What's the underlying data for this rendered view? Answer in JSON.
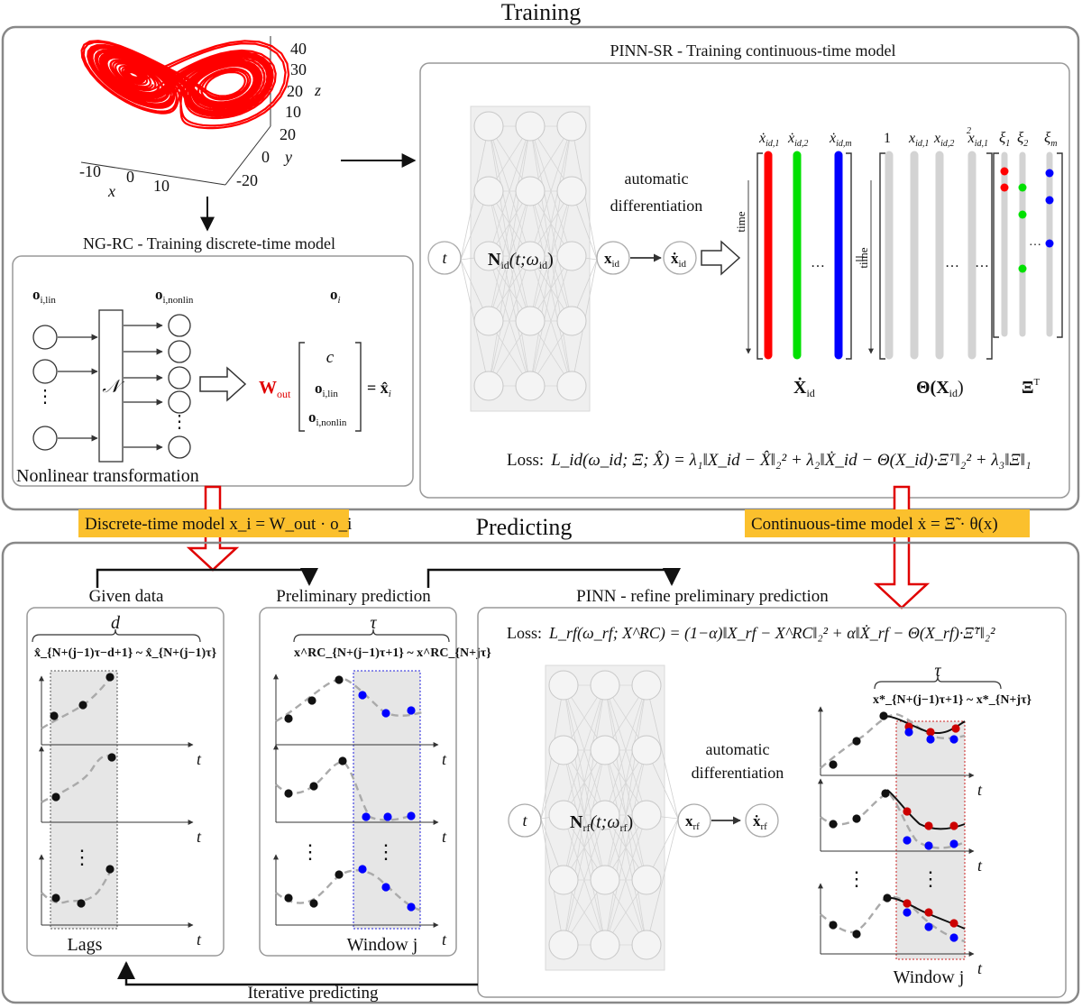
{
  "titles": {
    "training": "Training",
    "predicting": "Predicting"
  },
  "lorenz": {
    "z_ticks": [
      "40",
      "30",
      "20",
      "10"
    ],
    "z_label": "z",
    "y_ticks": [
      "20",
      "0",
      "-20"
    ],
    "y_label": "y",
    "x_ticks": [
      "-10",
      "0",
      "10"
    ],
    "x_label": "x",
    "curve_color": "#ff0000"
  },
  "ngrc": {
    "title": "NG-RC - Training discrete-time model",
    "label_lin": "o",
    "label_lin_sub": "i,lin",
    "label_nonlin": "o",
    "label_nonlin_sub": "i,nonlin",
    "label_oi": "o",
    "label_oi_sub": "i",
    "operator": "𝒩",
    "wout": "W",
    "wout_sub": "out",
    "vec_c": "c",
    "vec_lin": "o",
    "vec_lin_sub": "i,lin",
    "vec_nonlin": "o",
    "vec_nonlin_sub": "i,nonlin",
    "eq_rhs": "= x̂",
    "eq_rhs_sub": "i",
    "caption": "Nonlinear transformation",
    "vdots": "·"
  },
  "pinnsr": {
    "title": "PINN-SR - Training continuous-time model",
    "input": "t",
    "network": "N",
    "network_sub": "id",
    "network_args": "(t;ω",
    "network_args_sub": "id",
    "network_close": ")",
    "auto_diff_1": "automatic",
    "auto_diff_2": "differentiation",
    "x_node": "x",
    "x_node_sub": "id",
    "xdot_node": "ẋ",
    "xdot_node_sub": "id",
    "col_labels": [
      "ẋ",
      "ẋ",
      "ẋ"
    ],
    "col_label_subs": [
      "id,1",
      "id,2",
      "id,m"
    ],
    "col_colors": [
      "#ff0000",
      "#00e000",
      "#0000ff"
    ],
    "time_label": "time",
    "equals": "=",
    "theta_labels": [
      "1",
      "x",
      "x",
      "x"
    ],
    "theta_label_subs": [
      "",
      "id,1",
      "id,2",
      "id,1"
    ],
    "theta_label_sup": "2",
    "xi_labels": [
      "ξ",
      "ξ",
      "ξ"
    ],
    "xi_subs": [
      "1",
      "2",
      "m"
    ],
    "ellipsis": "…",
    "mat_xdot": "Ẋ",
    "mat_xdot_sub": "id",
    "mat_theta": "Θ(X",
    "mat_theta_sub": "id",
    "mat_theta_close": ")",
    "mat_xi": "Ξ",
    "mat_xi_sup": "T",
    "loss_prefix": "Loss:",
    "loss_text": "L_id(ω_id; Ξ; X̂) = λ₁‖X_id − X̂‖₂² + λ₂‖Ẋ_id − Θ(X_id)·Ξᵀ‖₂² + λ₃‖Ξ‖₁"
  },
  "badges": {
    "discrete": "Discrete-time model  x_i = W_out · o_i",
    "continuous": "Continuous-time model  ẋ = Ξ̃ · θ(x)",
    "color": "#fbc02d"
  },
  "given_data": {
    "title": "Given data",
    "brace_label": "d",
    "range": "x̂_{N+(j−1)τ−d+1} ~ x̂_{N+(j−1)τ}",
    "axis_t": "t",
    "caption": "Lags"
  },
  "preliminary": {
    "title": "Preliminary prediction",
    "brace_label": "τ",
    "range": "x^RC_{N+(j−1)τ+1} ~ x^RC_{N+jτ}",
    "axis_t": "t",
    "caption": "Window j",
    "pred_color": "#0000ff"
  },
  "pinn_refine": {
    "title": "PINN - refine preliminary  prediction",
    "loss_prefix": "Loss:",
    "loss_text": "L_rf(ω_rf; X^RC) = (1−α)‖X_rf − X^RC‖₂² + α‖Ẋ_rf − Θ(X_rf)·Ξ̃ᵀ‖₂²",
    "input": "t",
    "network": "N",
    "network_sub": "rf",
    "network_args": "(t;ω",
    "network_args_sub": "rf",
    "network_close": ")",
    "auto_diff_1": "automatic",
    "auto_diff_2": "differentiation",
    "x_node": "x",
    "x_node_sub": "rf",
    "xdot_node": "ẋ",
    "xdot_node_sub": "rf",
    "brace_label": "τ",
    "range": "x*_{N+(j−1)τ+1} ~ x*_{N+jτ}",
    "axis_t": "t",
    "caption": "Window j",
    "refined_color": "#cc0000"
  },
  "feedback": {
    "label": "Iterative predicting"
  }
}
